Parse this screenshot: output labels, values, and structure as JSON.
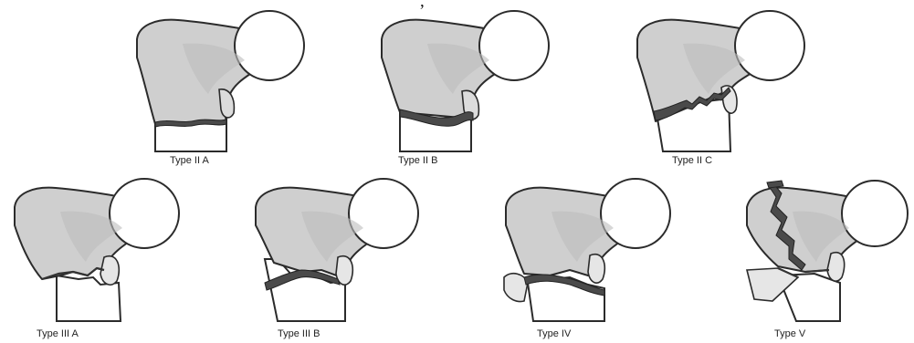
{
  "top_text": "    ,         ",
  "figures": [
    {
      "id": "IIA",
      "caption": "Type II A"
    },
    {
      "id": "IIB",
      "caption": "Type II B"
    },
    {
      "id": "IIC",
      "caption": "Type II C"
    },
    {
      "id": "IIIA",
      "caption": "Type III A"
    },
    {
      "id": "IIIB",
      "caption": "Type III B"
    },
    {
      "id": "IV",
      "caption": "Type IV"
    },
    {
      "id": "V",
      "caption": "Type V"
    }
  ]
}
